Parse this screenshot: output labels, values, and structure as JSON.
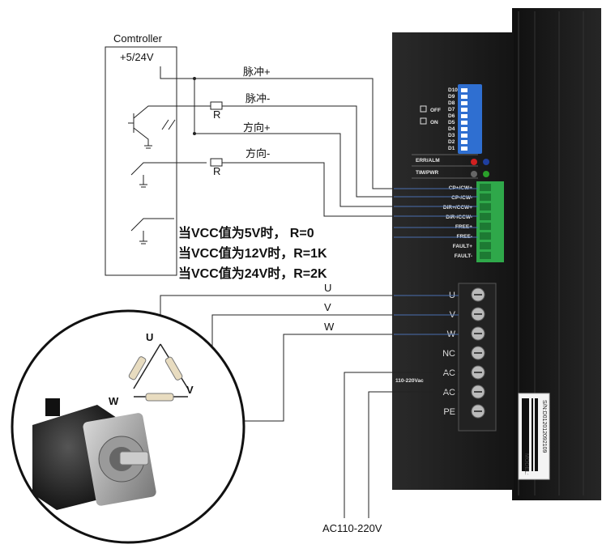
{
  "controller": {
    "title": "Comtroller",
    "supply": "+5/24V"
  },
  "signals": {
    "pulse_plus": "脉冲+",
    "pulse_minus": "脉冲-",
    "dir_plus": "方向+",
    "dir_minus": "方向-",
    "resistor": "R"
  },
  "vcc_notes": [
    "当VCC值为5V时， R=0",
    "当VCC值为12V时，R=1K",
    "当VCC值为24V时，R=2K"
  ],
  "driver": {
    "dip_labels": [
      "D10",
      "D9",
      "D8",
      "D7",
      "D6",
      "D5",
      "D4",
      "D3",
      "D2",
      "D1"
    ],
    "switch_off": "OFF",
    "switch_on": "ON",
    "led_err": "ERR/ALM",
    "led_tim": "TIM/PWR",
    "signal_terminals": [
      "CP+/CW+",
      "CP-/CW-",
      "DIR+/CCW+",
      "DIR-/CCW-",
      "FREE+",
      "FREE-",
      "FAULT+",
      "FAULT-"
    ],
    "power_terminals": [
      "U",
      "V",
      "W",
      "NC",
      "AC",
      "AC",
      "PE"
    ],
    "ac_input_label": "110-220Vac",
    "model_label": "MODEL:",
    "serial": "S/N:D012012092109"
  },
  "wires": {
    "u": "U",
    "v": "V",
    "w": "W"
  },
  "motor": {
    "u": "U",
    "v": "V",
    "w": "W"
  },
  "ac_supply": "AC110-220V",
  "colors": {
    "driver_body": "#1e1e1e",
    "terminal_green": "#2fa84a",
    "dip_blue": "#2f6fd1",
    "wire_blue": "#4a6fb0"
  }
}
